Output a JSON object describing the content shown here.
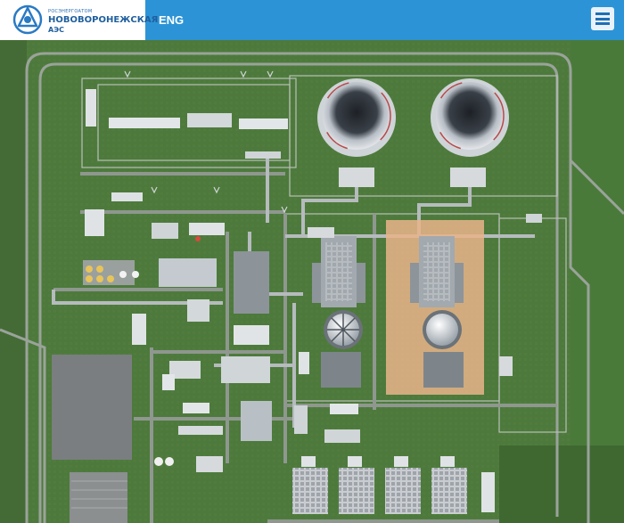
{
  "header": {
    "logo_icon": "rosatom-logo-icon",
    "logo_sub": "РОСЭНЕРГОАТОМ",
    "logo_title": "НОВОВОРОНЕЖСКАЯ",
    "logo_abbr": "АЭС",
    "lang_label": "ENG",
    "menu_icon": "hamburger-menu-icon"
  },
  "colors": {
    "header_bg": "#2c94d6",
    "grass": "#4d7a3c",
    "highlight_zone": "#e9b48a"
  },
  "map": {
    "type": "aerial-3d-plant-overview"
  }
}
